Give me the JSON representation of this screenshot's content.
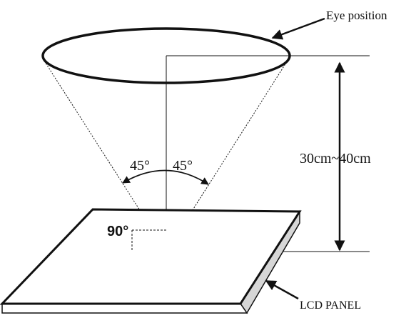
{
  "labels": {
    "eye_position": "Eye position",
    "distance": "30cm~40cm",
    "angle_left": "45°",
    "angle_right": "45°",
    "right_angle": "90°",
    "panel": "LCD PANEL"
  },
  "colors": {
    "line": "#111111",
    "panel_top": "#ffffff",
    "panel_side": "#d6d6d6",
    "background": "#ffffff"
  }
}
